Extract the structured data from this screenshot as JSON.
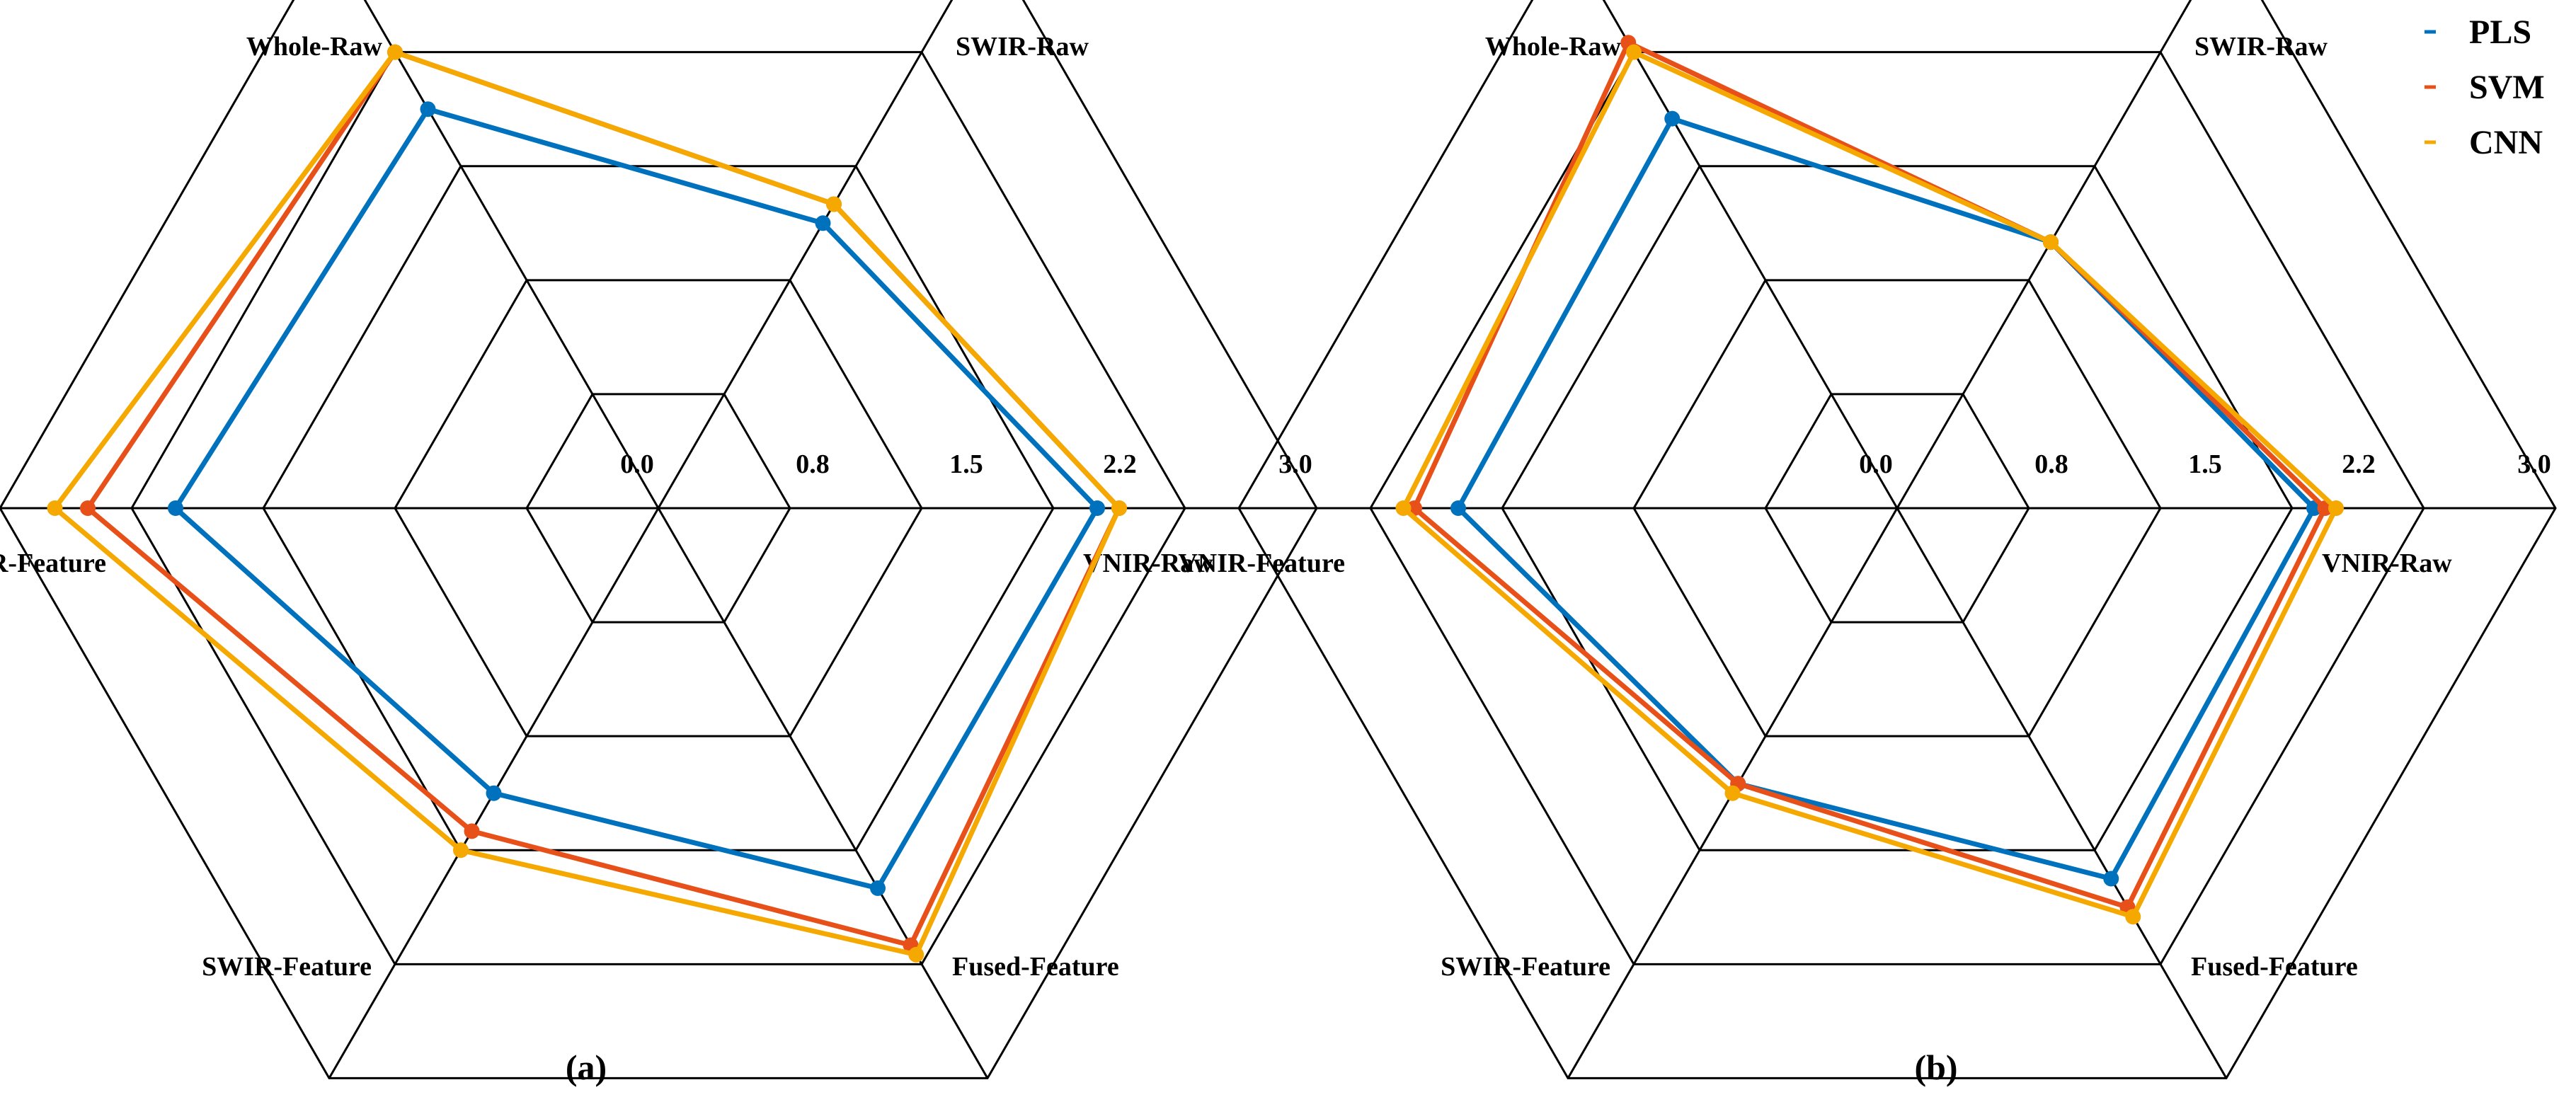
{
  "chart_data": [
    {
      "type": "radar",
      "panel_label": "(a)",
      "axes": [
        "SWIR-Raw",
        "VNIR-Raw",
        "Fused-Feature",
        "SWIR-Feature",
        "VNIR-Feature",
        "Whole-Raw"
      ],
      "ticks": [
        "0.0",
        "0.8",
        "1.5",
        "2.2",
        "3.0"
      ],
      "range": [
        0,
        3.0
      ],
      "series": [
        {
          "name": "PLS",
          "color": "#0072BD",
          "values": [
            1.5,
            2.0,
            2.0,
            1.5,
            2.2,
            2.1
          ]
        },
        {
          "name": "SVM",
          "color": "#E8501A",
          "values": [
            1.6,
            2.1,
            2.3,
            1.7,
            2.6,
            2.4
          ]
        },
        {
          "name": "CNN",
          "color": "#F5A800",
          "values": [
            1.6,
            2.1,
            2.35,
            1.8,
            2.75,
            2.4
          ]
        }
      ]
    },
    {
      "type": "radar",
      "panel_label": "(b)",
      "axes": [
        "SWIR-Raw",
        "VNIR-Raw",
        "Fused-Feature",
        "SWIR-Feature",
        "VNIR-Feature",
        "Whole-Raw"
      ],
      "ticks": [
        "0.0",
        "0.8",
        "1.5",
        "2.2",
        "3.0"
      ],
      "range": [
        0,
        3.0
      ],
      "series": [
        {
          "name": "PLS",
          "color": "#0072BD",
          "values": [
            1.4,
            1.9,
            1.95,
            1.45,
            2.0,
            2.05
          ]
        },
        {
          "name": "SVM",
          "color": "#E8501A",
          "values": [
            1.4,
            1.95,
            2.1,
            1.45,
            2.2,
            2.45
          ]
        },
        {
          "name": "CNN",
          "color": "#F5A800",
          "values": [
            1.4,
            2.0,
            2.15,
            1.5,
            2.25,
            2.4
          ]
        }
      ]
    }
  ],
  "legend": {
    "placement": "top-right",
    "entries": [
      {
        "name": "PLS",
        "color": "#0072BD"
      },
      {
        "name": "SVM",
        "color": "#E8501A"
      },
      {
        "name": "CNN",
        "color": "#F5A800"
      }
    ]
  }
}
